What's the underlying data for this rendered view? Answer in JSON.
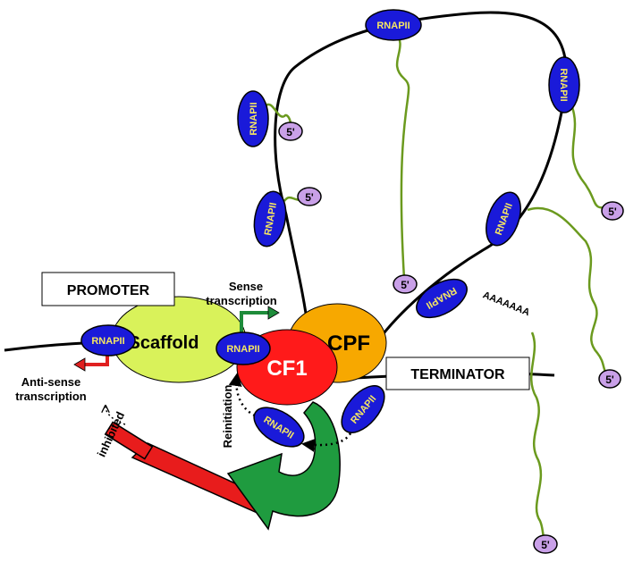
{
  "labels": {
    "promoter": "PROMOTER",
    "terminator": "TERMINATOR",
    "sense_line1": "Sense",
    "sense_line2": "transcription",
    "antisense_line1": "Anti-sense",
    "antisense_line2": "transcription",
    "inhibited": "inhibited",
    "reinitiation": "Reinitiation",
    "polya": "AAAAAAA"
  },
  "complexes": {
    "scaffold": "Scaffold",
    "cpf": "CPF",
    "cf1": "CF1"
  },
  "polymerase": "RNAPII",
  "five_prime": "5'",
  "colors": {
    "scaffold": "#d9f25a",
    "cpf": "#f7a800",
    "cf1": "#ff1a1a",
    "rnapii": "#1a1ad9",
    "rnapii_text": "#f5e663",
    "five_prime": "#c9a0e8",
    "rna": "#6b9a1e",
    "sense_arrow": "#1e8c3a",
    "antisense_arrow": "#e02020",
    "recycle_arrow": "#1f9b3f",
    "inhibit_bar": "#e81c1c"
  }
}
